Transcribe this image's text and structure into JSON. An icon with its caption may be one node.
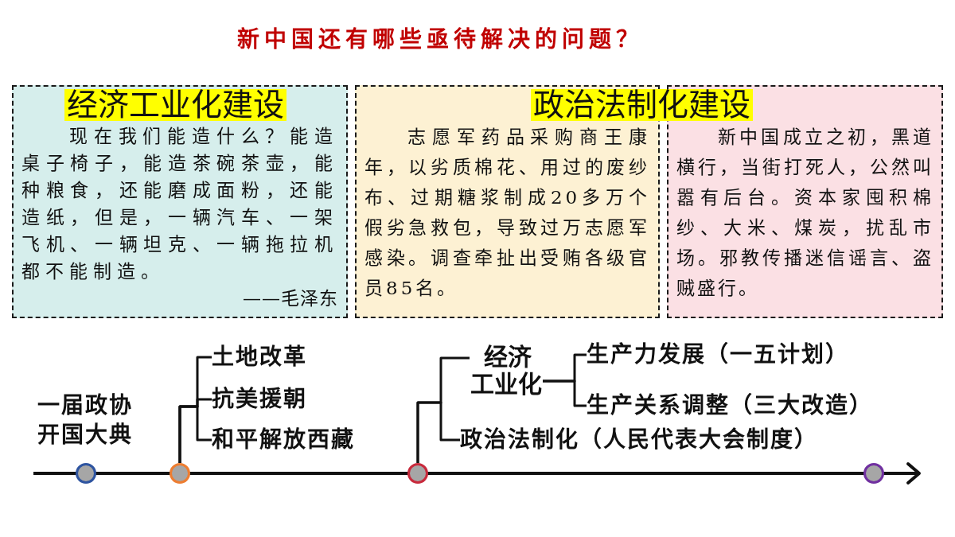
{
  "diagram": {
    "title": "新中国还有哪些亟待解决的问题？",
    "nodes": [
      {
        "text": [
          "现在我们能造什么？能造桌子椅子，能造茶碗茶壶，能种粮食，还能磨成面粉，还能造纸，但是，一辆汽车、一架飞机、一辆坦克、一辆拖拉机都不能制造。",
          "——毛泽东"
        ]
      },
      {
        "text": [
          "经济工业化建设"
        ],
        "in": 0
      },
      {
        "text": [
          "志愿军药品采购商王康年，以劣质棉花、用过的废纱布、过期糖浆制成20多万个假劣急救包，导致过万志愿军感染。调查牵扯出受贿各级官员85名。"
        ]
      },
      {
        "text": [
          "政治法制化建设"
        ]
      },
      {
        "text": [
          "新中国成立之初，黑道横行，当街打死人，公然叫嚣有后台。资本家囤积棉纱、大米、煤炭，扰乱市场。邪教传播迷信谣言、盗贼盛行。"
        ]
      },
      {
        "text": [],
        "shape": "circle",
        "beside": [
          "一届政协",
          "开国大典"
        ]
      },
      {
        "text": [],
        "shape": "circle"
      },
      {
        "text": [
          "土地改革"
        ]
      },
      {
        "text": [
          "抗美援朝"
        ]
      },
      {
        "text": [
          "和平解放西藏"
        ]
      },
      {
        "text": [],
        "shape": "circle"
      },
      {
        "text": [
          "经济工业化"
        ]
      },
      {
        "text": [
          "生产力发展（一五计划）"
        ]
      },
      {
        "text": [
          "生产关系调整（三大改造）"
        ]
      },
      {
        "text": [
          "政治法制化（人民代表大会制度）"
        ]
      },
      {
        "text": [],
        "shape": "circle"
      }
    ],
    "edges": [
      {
        "from": 6,
        "to": 7,
        "arrow": "none"
      },
      {
        "from": 6,
        "to": 8,
        "arrow": "none"
      },
      {
        "from": 6,
        "to": 9,
        "arrow": "none"
      },
      {
        "from": 10,
        "to": 11,
        "arrow": "none"
      },
      {
        "from": 10,
        "to": 14,
        "arrow": "none"
      },
      {
        "from": 11,
        "to": 12,
        "arrow": "none"
      },
      {
        "from": 11,
        "to": 13,
        "arrow": "none"
      }
    ]
  }
}
